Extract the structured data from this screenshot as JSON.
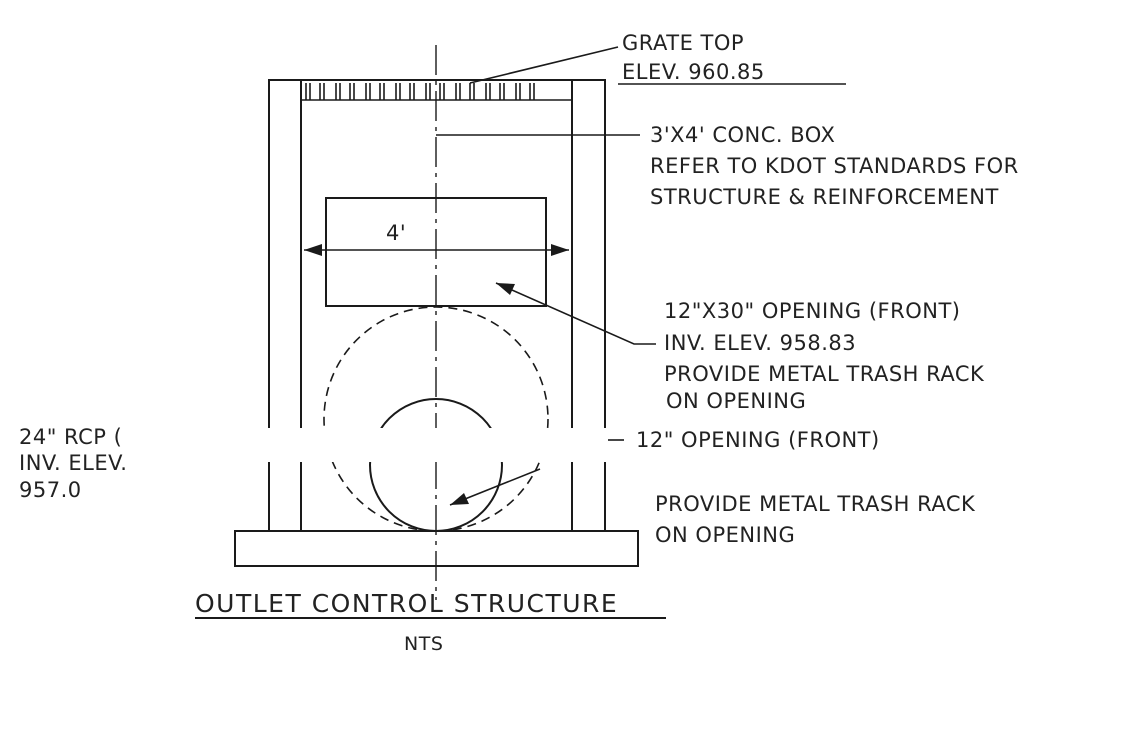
{
  "labels": {
    "grate_top": "GRATE TOP",
    "grate_elev": "ELEV. 960.85",
    "box": "3'X4' CONC. BOX",
    "kdot": "REFER TO KDOT STANDARDS FOR",
    "structure": "STRUCTURE & REINFORCEMENT",
    "width_dim": "4'",
    "opening_30": "12\"X30\" OPENING (FRONT)",
    "opening_30_inv": "INV. ELEV. 958.83",
    "trash_rack_1": "PROVIDE METAL TRASH RACK",
    "on_opening_1": "ON OPENING",
    "rcp": "24\" RCP (",
    "rcp_inv": "INV. ELEV.",
    "rcp_elev": "957.0",
    "opening_12": "12\" OPENING (FRONT)",
    "trash_rack_2": "PROVIDE METAL TRASH RACK",
    "on_opening_2": "ON OPENING",
    "title": "OUTLET CONTROL STRUCTURE",
    "scale": "NTS"
  }
}
